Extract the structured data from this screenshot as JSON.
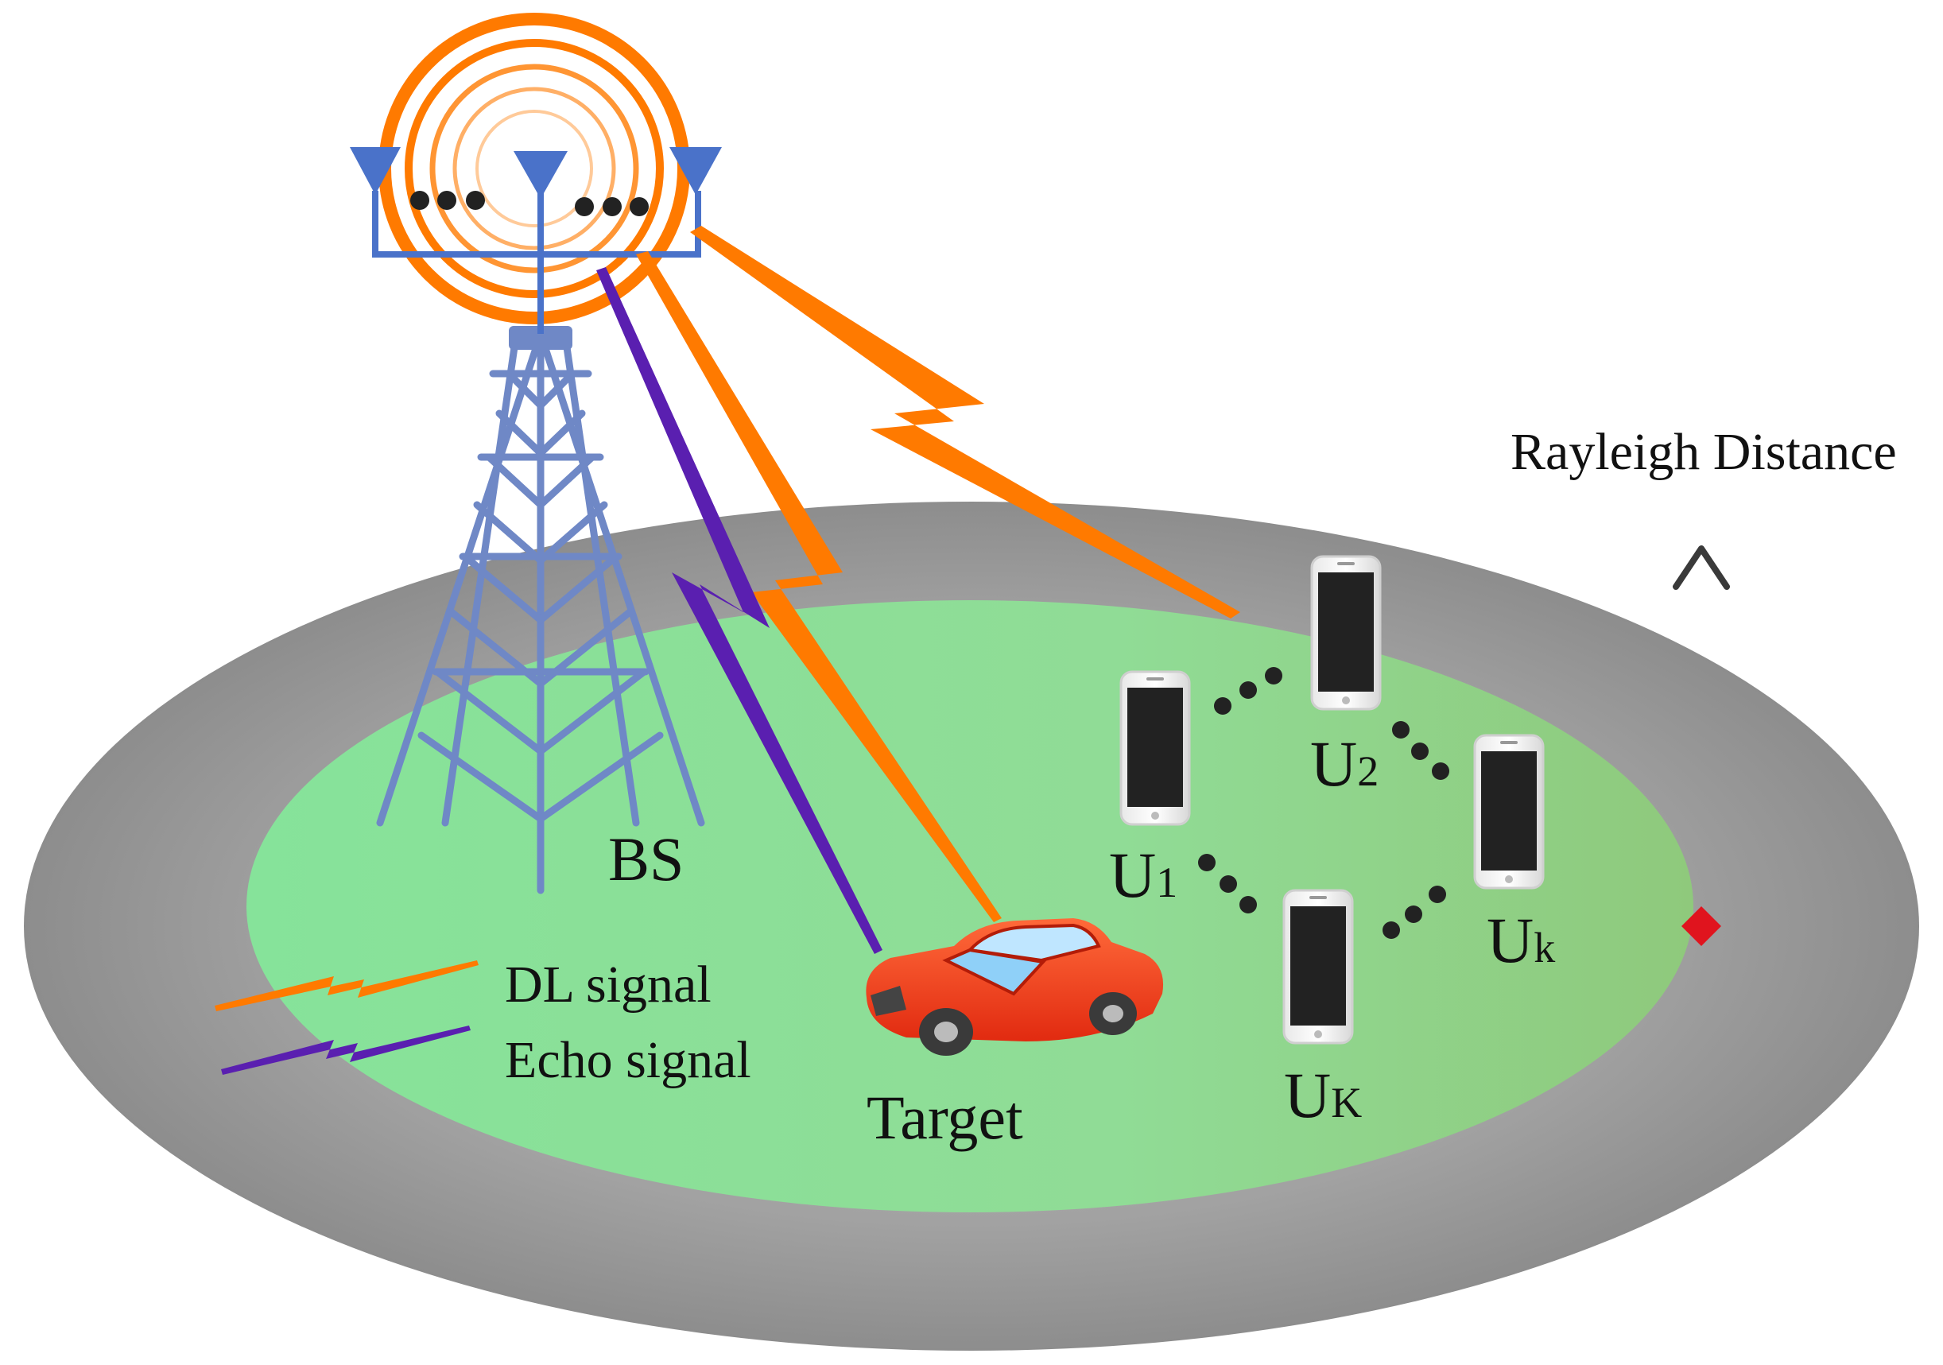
{
  "labels": {
    "bs": "BS",
    "target": "Target",
    "rayleigh": "Rayleigh Distance",
    "user1": {
      "main": "U",
      "sub": "1"
    },
    "user2": {
      "main": "U",
      "sub": "2"
    },
    "userk": {
      "main": "U",
      "sub": "k"
    },
    "userK": {
      "main": "U",
      "sub": "K"
    }
  },
  "legend": {
    "dl": "DL signal",
    "echo": "Echo signal"
  },
  "colors": {
    "dl_signal": "#ff7a00",
    "echo_signal": "#5a1fb0",
    "antenna": "#4a72c9",
    "tower": "#6f88c6",
    "outer_ring": "#9c9c9c",
    "inner_region": "#8ee0a0",
    "car": "#ff3b1a",
    "phone_screen": "#222222",
    "marker": "#e0141e"
  },
  "icons": [
    "antenna-icon",
    "tower-icon",
    "car-icon",
    "phone-icon",
    "arrow-up-icon",
    "diamond-marker-icon"
  ]
}
